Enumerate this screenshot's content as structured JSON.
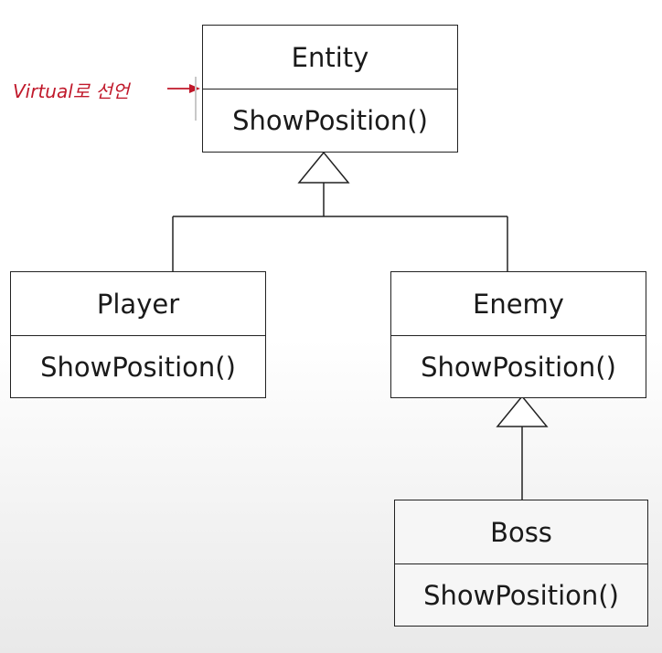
{
  "diagram": {
    "type": "uml-class-inheritance",
    "classes": [
      {
        "id": "entity",
        "name": "Entity",
        "method": "ShowPosition()"
      },
      {
        "id": "player",
        "name": "Player",
        "method": "ShowPosition()"
      },
      {
        "id": "enemy",
        "name": "Enemy",
        "method": "ShowPosition()"
      },
      {
        "id": "boss",
        "name": "Boss",
        "method": "ShowPosition()"
      }
    ],
    "relations": [
      {
        "child": "Player",
        "parent": "Entity",
        "kind": "generalization"
      },
      {
        "child": "Enemy",
        "parent": "Entity",
        "kind": "generalization"
      },
      {
        "child": "Boss",
        "parent": "Enemy",
        "kind": "generalization"
      }
    ],
    "annotation": {
      "text": "Virtual로 선언",
      "color": "#c0182a",
      "points_to": "Entity.ShowPosition()"
    }
  }
}
